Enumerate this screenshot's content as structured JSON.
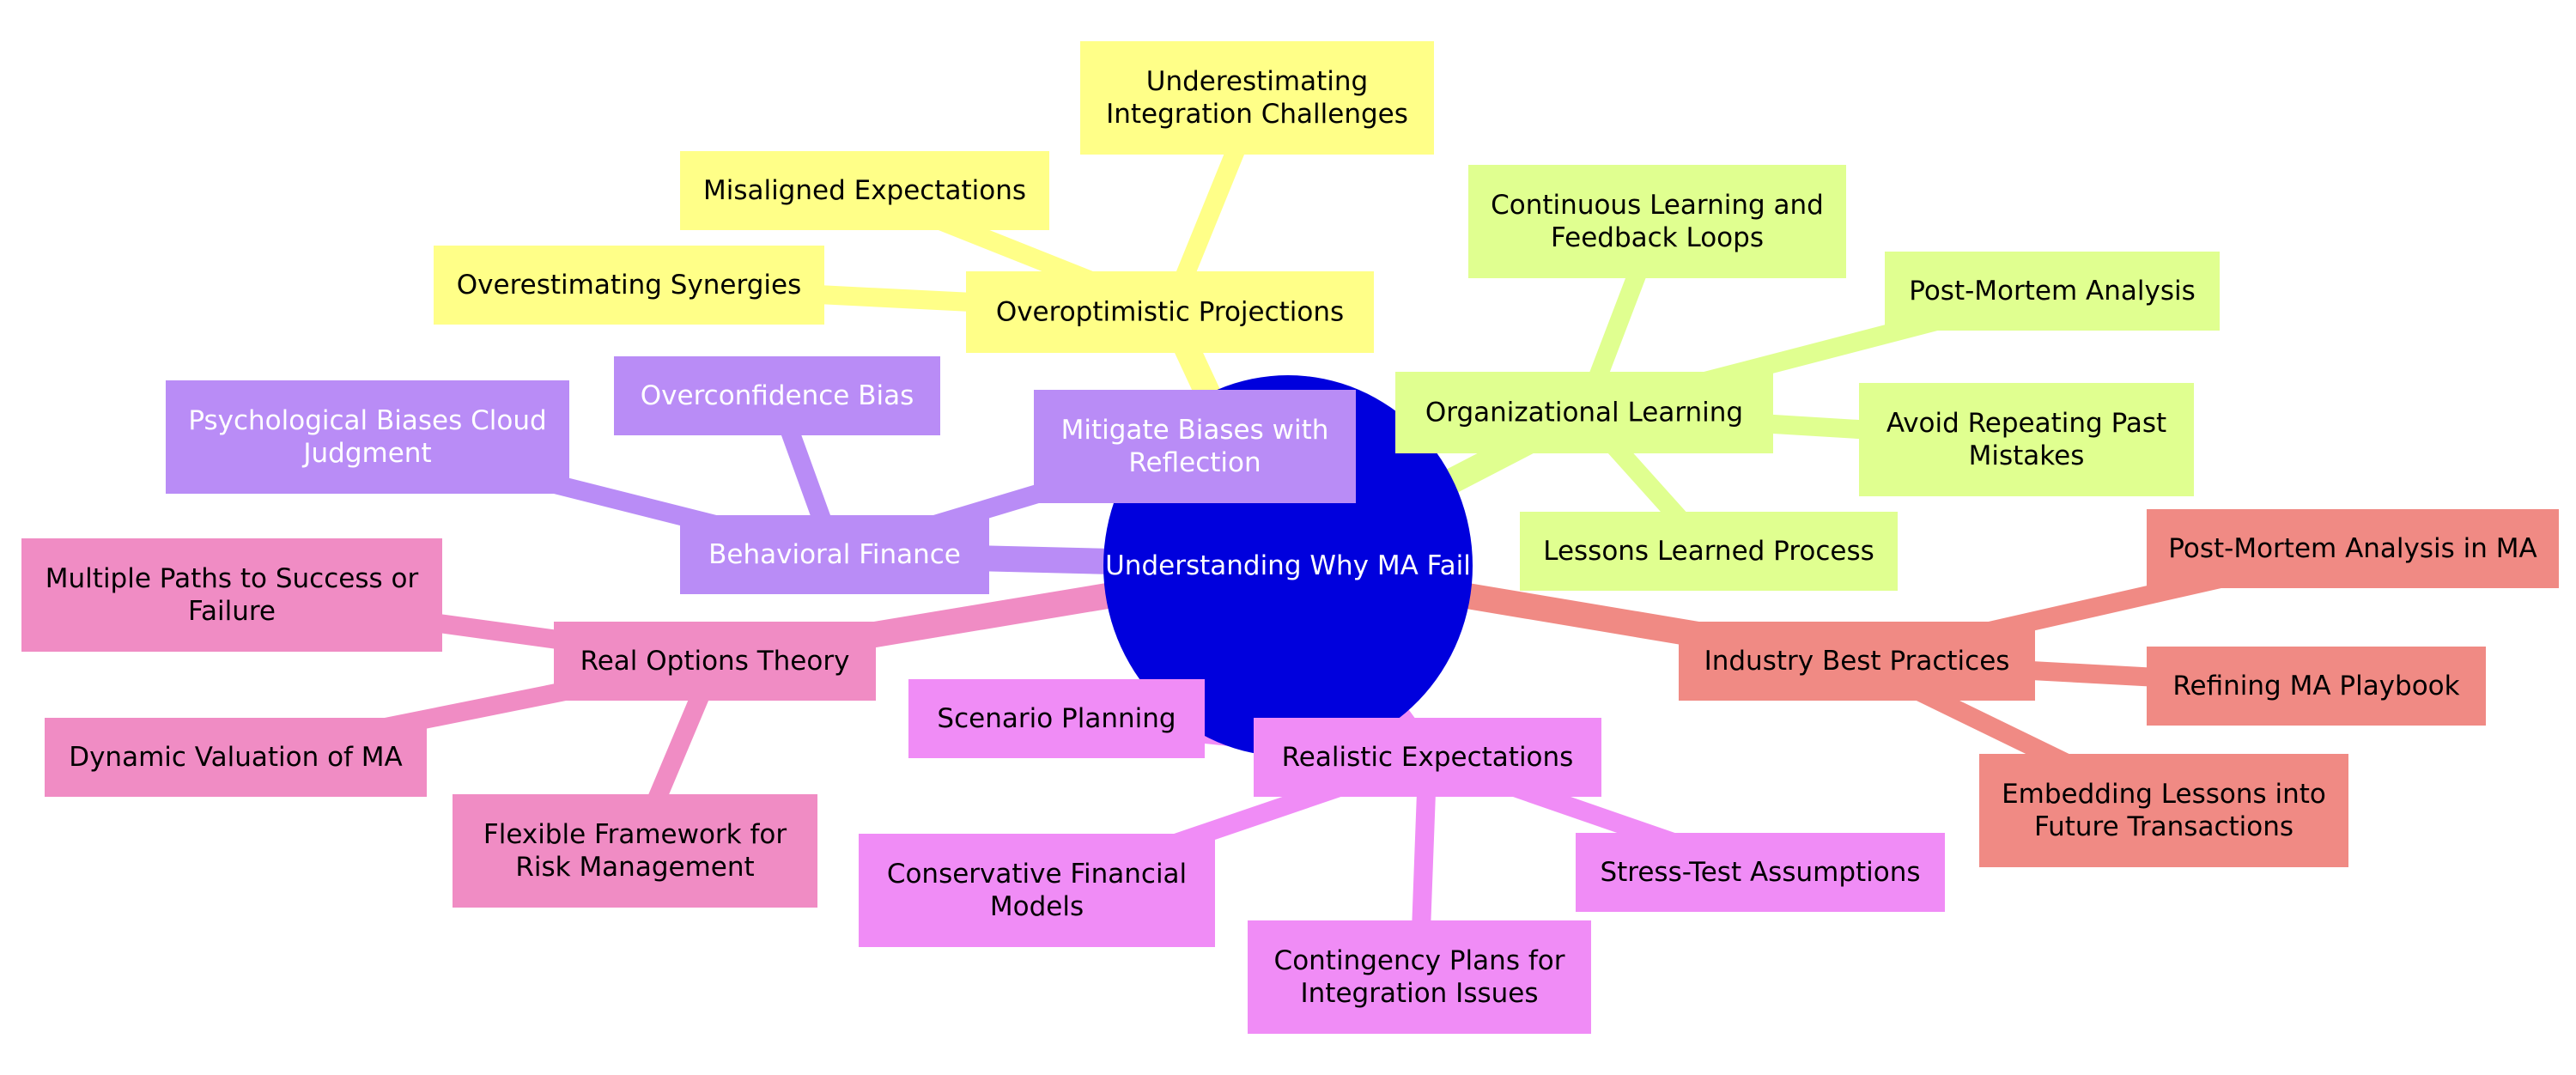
{
  "root": {
    "label": "Understanding Why MA Fail",
    "fill": "#0000dd",
    "text_color": "#ffffff"
  },
  "branches": [
    {
      "id": "overoptimistic",
      "label": [
        "Overoptimistic Projections"
      ],
      "fill": "#ffff88",
      "line": "#ffff88",
      "text_color": "#000000",
      "children": [
        {
          "label": [
            "Underestimating",
            "Integration Challenges"
          ]
        },
        {
          "label": [
            "Misaligned Expectations"
          ]
        },
        {
          "label": [
            "Overestimating Synergies"
          ]
        }
      ]
    },
    {
      "id": "organizational",
      "label": [
        "Organizational Learning"
      ],
      "fill": "#e0ff90",
      "line": "#e0ff90",
      "text_color": "#000000",
      "children": [
        {
          "label": [
            "Continuous Learning and",
            "Feedback Loops"
          ]
        },
        {
          "label": [
            "Post-Mortem Analysis"
          ]
        },
        {
          "label": [
            "Avoid Repeating Past",
            "Mistakes"
          ]
        },
        {
          "label": [
            "Lessons Learned Process"
          ]
        }
      ]
    },
    {
      "id": "industry",
      "label": [
        "Industry Best Practices"
      ],
      "fill": "#f08a84",
      "line": "#f08a84",
      "text_color": "#000000",
      "children": [
        {
          "label": [
            "Post-Mortem Analysis in MA"
          ]
        },
        {
          "label": [
            "Refining MA Playbook"
          ]
        },
        {
          "label": [
            "Embedding Lessons into",
            "Future Transactions"
          ]
        }
      ]
    },
    {
      "id": "realistic",
      "label": [
        "Realistic Expectations"
      ],
      "fill": "#f08cf6",
      "line": "#f08cf6",
      "text_color": "#000000",
      "children": [
        {
          "label": [
            "Scenario Planning"
          ]
        },
        {
          "label": [
            "Conservative Financial",
            "Models"
          ]
        },
        {
          "label": [
            "Contingency Plans for",
            "Integration Issues"
          ]
        },
        {
          "label": [
            "Stress-Test Assumptions"
          ]
        }
      ]
    },
    {
      "id": "realoptions",
      "label": [
        "Real Options Theory"
      ],
      "fill": "#f08cc4",
      "line": "#f08cc4",
      "text_color": "#000000",
      "children": [
        {
          "label": [
            "Multiple Paths to Success or",
            "Failure"
          ]
        },
        {
          "label": [
            "Dynamic Valuation of MA"
          ]
        },
        {
          "label": [
            "Flexible Framework for",
            "Risk Management"
          ]
        }
      ]
    },
    {
      "id": "behavioral",
      "label": [
        "Behavioral Finance"
      ],
      "fill": "#b98cf6",
      "line": "#b98cf6",
      "text_color": "#ffffff",
      "children": [
        {
          "label": [
            "Overconfidence Bias"
          ]
        },
        {
          "label": [
            "Psychological Biases Cloud",
            "Judgment"
          ]
        },
        {
          "label": [
            "Mitigate Biases with",
            "Reflection"
          ]
        }
      ]
    }
  ]
}
